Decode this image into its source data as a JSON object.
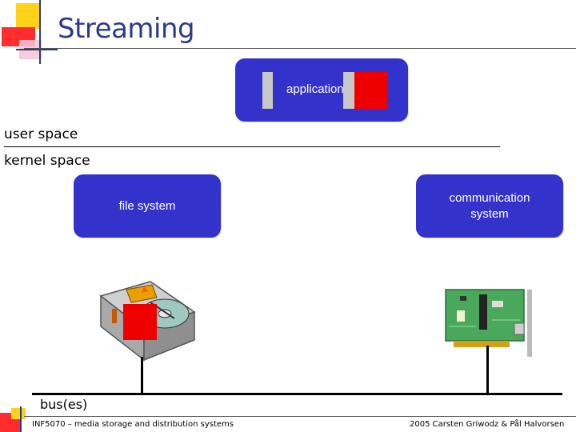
{
  "slide": {
    "title": "Streaming",
    "application_label": "application",
    "user_space_label": "user space",
    "kernel_space_label": "kernel space",
    "file_system_label": "file system",
    "communication_system_label": "communication\nsystem",
    "bus_label": "bus(es)",
    "footer_left": "INF5070 – media storage and distribution systems",
    "footer_right": "2005  Carsten Griwodz & Pål Halvorsen"
  },
  "colors": {
    "box_blue": "#3333cc",
    "data_block_red": "#ee0000",
    "title_blue": "#2a3a8c"
  },
  "icons": [
    "hard-disk-icon",
    "network-card-icon",
    "slide-logo-icon"
  ]
}
